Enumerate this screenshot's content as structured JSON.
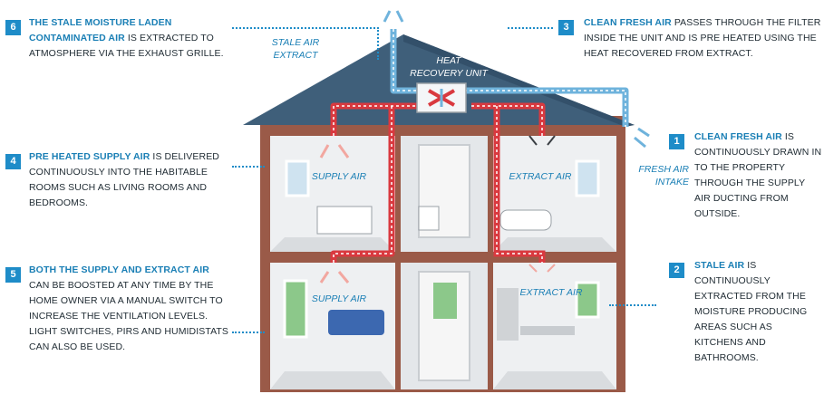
{
  "notes": [
    {
      "number": "6",
      "highlight": "THE STALE MOISTURE LADEN CONTAMINATED AIR",
      "text": "IS EXTRACTED TO ATMOSPHERE VIA THE EXHAUST GRILLE."
    },
    {
      "number": "3",
      "highlight": "CLEAN FRESH AIR",
      "text": "PASSES THROUGH THE FILTER INSIDE THE UNIT AND IS PRE HEATED USING THE HEAT RECOVERED FROM EXTRACT."
    },
    {
      "number": "4",
      "highlight": "PRE HEATED SUPPLY AIR",
      "text": "IS DELIVERED CONTINUOUSLY INTO THE HABITABLE ROOMS SUCH AS LIVING ROOMS AND BEDROOMS."
    },
    {
      "number": "1",
      "highlight": "CLEAN FRESH AIR",
      "text": "IS CONTINUOUSLY DRAWN IN TO THE PROPERTY THROUGH THE SUPPLY AIR DUCTING FROM OUTSIDE."
    },
    {
      "number": "5",
      "highlight": "BOTH THE SUPPLY AND EXTRACT AIR",
      "text": "CAN BE BOOSTED AT ANY TIME BY THE HOME OWNER VIA A MANUAL SWITCH TO INCREASE THE VENTILATION LEVELS. LIGHT SWITCHES, PIRs AND HUMIDISTATS CAN ALSO BE USED."
    },
    {
      "number": "2",
      "highlight": "STALE AIR",
      "text": "IS CONTINUOUSLY EXTRACTED FROM THE MOISTURE PRODUCING AREAS SUCH AS KITCHENS AND BATHROOMS."
    }
  ],
  "labels": {
    "stale_air_extract_1": "STALE AIR",
    "stale_air_extract_2": "EXTRACT",
    "heat_recovery_1": "HEAT",
    "heat_recovery_2": "RECOVERY UNIT",
    "fresh_air_intake_1": "FRESH AIR",
    "fresh_air_intake_2": "INTAKE",
    "supply_air_upper": "SUPPLY AIR",
    "extract_air_upper": "EXTRACT AIR",
    "supply_air_lower": "SUPPLY AIR",
    "extract_air_lower": "EXTRACT AIR"
  },
  "colors": {
    "accent": "#1e8cc8",
    "supply_duct": "#d9393f",
    "extract_duct": "#6fb3dc",
    "brick": "#9a5a48",
    "roof": "#3f5f7a"
  }
}
